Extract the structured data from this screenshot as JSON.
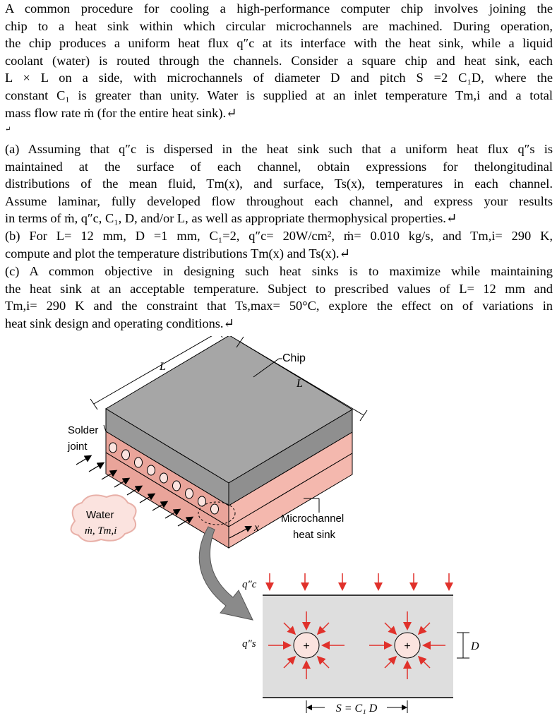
{
  "problem": {
    "intro_lines": [
      "A common procedure for cooling a high-performance computer chip involves joining the",
      "chip to a heat sink within which circular microchannels are machined. During operation,",
      "the chip produces a uniform heat flux q″c at its interface with the heat sink, while a liquid",
      "coolant (water) is routed through the channels. Consider a square chip and heat sink, each",
      "L × L on a side, with microchannels of diameter D and pitch S =2 C₁D, where the",
      "constant C₁ is greater than unity. Water is supplied at an inlet temperature Tm,i and a total",
      "mass flow rate ṁ (for the entire heat sink).↵"
    ],
    "break_mark": "↵",
    "part_a_lines": [
      "(a) Assuming that q″c is dispersed in the heat sink such that a uniform heat flux q″s is",
      "maintained at the surface of each channel, obtain expressions for thelongitudinal",
      "distributions of the mean fluid, Tm(x), and surface, Ts(x), temperatures in each channel.",
      "Assume laminar, fully developed flow throughout each channel, and express your results",
      "in terms of ṁ, q″c, C₁, D, and/or L, as well as appropriate thermophysical properties.↵"
    ],
    "part_b_lines": [
      "(b) For L= 12 mm, D =1 mm, C₁=2, q″c= 20W/cm², ṁ= 0.010 kg/s, and Tm,i= 290 K,",
      "compute and plot the temperature distributions Tm(x) and Ts(x).↵"
    ],
    "part_c_lines": [
      "(c) A common objective in designing such heat sinks is to maximize while maintaining",
      "the heat sink at an acceptable temperature. Subject to prescribed values of L= 12 mm and",
      "Tm,i= 290 K and the constraint that Ts,max= 50°C, explore the effect on of variations in",
      "heat sink design and operating conditions.↵"
    ]
  },
  "figure": {
    "label_chip": "Chip",
    "label_L_top": "L",
    "label_L_right": "L",
    "label_solder_1": "Solder",
    "label_solder_2": "joint",
    "label_water": "Water",
    "label_water_sym": "ṁ, Tm,i",
    "label_x": "x",
    "label_micro_1": "Microchannel",
    "label_micro_2": "heat sink",
    "label_qc": "q″c",
    "label_qs": "q″s",
    "label_D": "D",
    "label_S": "S = C₁ D",
    "colors": {
      "chip_top": "#a6a6a6",
      "chip_side": "#8f8f8f",
      "sink_side": "#f4b8ae",
      "sink_front": "#e9a49a",
      "arrow_red": "#e0312b",
      "detail_bg": "#dedede",
      "channel_fill": "#fbe3df"
    }
  }
}
